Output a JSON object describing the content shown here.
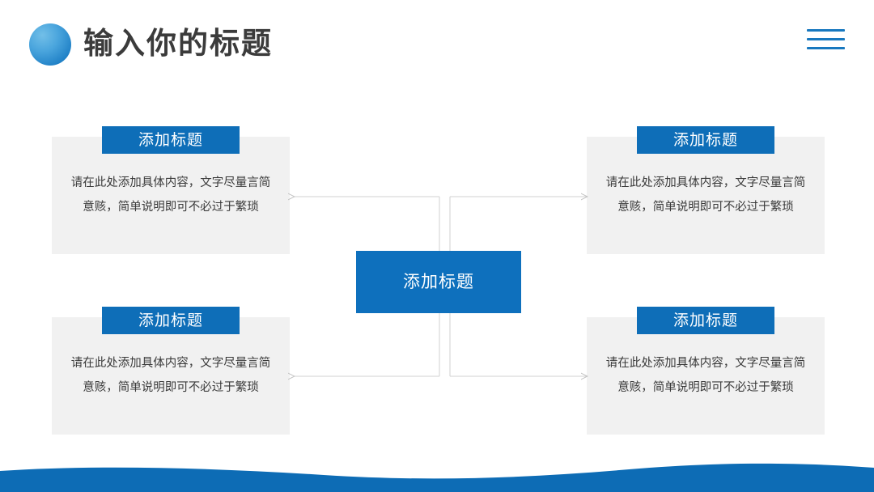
{
  "header": {
    "title": "输入你的标题",
    "bullet_icon": "circle-bullet-icon",
    "menu_icon": "hamburger-menu-icon"
  },
  "colors": {
    "brand_blue": "#0e6eb8",
    "center_blue": "#0e70bd",
    "wave_blue": "#0d6cb5",
    "card_gray": "#f1f1f1",
    "connector_gray": "#c9c9c9",
    "title_gray": "#3b3b3b"
  },
  "center_node": {
    "label": "添加标题"
  },
  "cards": [
    {
      "id": "top-left",
      "badge": "添加标题",
      "body": "请在此处添加具体内容，文字尽量言简意赅，简单说明即可不必过于繁琐"
    },
    {
      "id": "top-right",
      "badge": "添加标题",
      "body": "请在此处添加具体内容，文字尽量言简意赅，简单说明即可不必过于繁琐"
    },
    {
      "id": "bottom-left",
      "badge": "添加标题",
      "body": "请在此处添加具体内容，文字尽量言简意赅，简单说明即可不必过于繁琐"
    },
    {
      "id": "bottom-right",
      "badge": "添加标题",
      "body": "请在此处添加具体内容，文字尽量言简意赅，简单说明即可不必过于繁琐"
    }
  ],
  "connectors": [
    {
      "name": "center-to-top-left",
      "direction": "left"
    },
    {
      "name": "center-to-top-right",
      "direction": "right"
    },
    {
      "name": "center-to-bottom-left",
      "direction": "left"
    },
    {
      "name": "center-to-bottom-right",
      "direction": "right"
    }
  ]
}
